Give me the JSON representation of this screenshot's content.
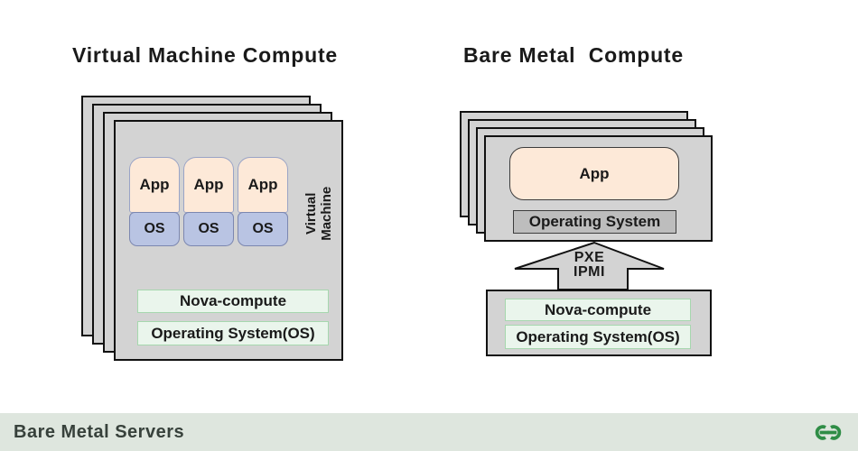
{
  "left_figure": {
    "title": "Virtual Machine Compute",
    "vms": [
      {
        "app": "App",
        "os": "OS"
      },
      {
        "app": "App",
        "os": "OS"
      },
      {
        "app": "App",
        "os": "OS"
      }
    ],
    "vm_label_lines": [
      "Virtual",
      "Machine"
    ],
    "nova_label": "Nova-compute",
    "host_os_label": "Operating System(OS)"
  },
  "right_figure": {
    "title": "Bare Metal  Compute",
    "app_label": "App",
    "os_bar_label": "Operating System",
    "arrow_labels": [
      "PXE",
      "IPMI"
    ],
    "nova_label": "Nova-compute",
    "host_os_label": "Operating System(OS)"
  },
  "footer": {
    "caption": "Bare Metal Servers",
    "logo": "geeksforgeeks-logo"
  },
  "colors": {
    "card-gray": "#d3d3d3",
    "line-dark": "#111111",
    "app-peach": "#fde9d8",
    "app-border": "#9aa4c6",
    "os-blue": "#b9c4e3",
    "os-blue-border": "#7c87b0",
    "green-box-bg": "#eaf5ec",
    "green-box-border": "#a6d7ae",
    "os-gray-bar": "#bdbdbd",
    "os-gray-border": "#3c3c3c",
    "footer-bg": "#dee6de",
    "footer-text": "#37413b",
    "logo-green": "#2f8d46",
    "title-color": "#1a1a1a"
  }
}
